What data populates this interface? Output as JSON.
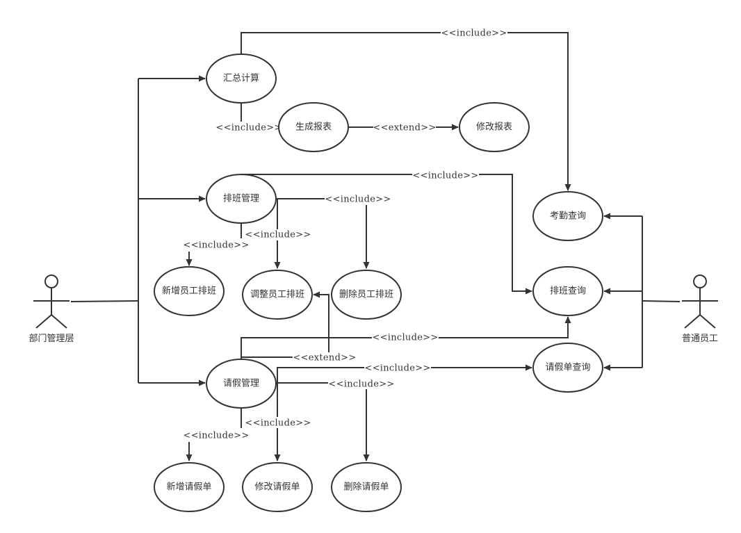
{
  "diagram": {
    "type": "use-case",
    "colors": {
      "stroke": "#333333",
      "background": "#ffffff",
      "text": "#333333"
    },
    "actors": [
      {
        "id": "manager",
        "name": "部门管理层"
      },
      {
        "id": "employee",
        "name": "普通员工"
      }
    ],
    "use_cases": {
      "summary_calc": "汇总计算",
      "gen_report": "生成报表",
      "edit_report": "修改报表",
      "schedule_mgmt": "排班管理",
      "add_schedule": "新增员工排班",
      "adjust_schedule": "调整员工排班",
      "delete_schedule": "删除员工排班",
      "attendance_query": "考勤查询",
      "schedule_query": "排班查询",
      "leave_query": "请假单查询",
      "leave_mgmt": "请假管理",
      "add_leave": "新增请假单",
      "edit_leave": "修改请假单",
      "delete_leave": "删除请假单"
    },
    "relations": {
      "include": "<<include>>",
      "extend": "<<extend>>"
    },
    "edge_labels": {
      "summary_to_attendance": "<<include>>",
      "summary_to_report": "<<include>>",
      "report_to_edit": "<<extend>>",
      "schedule_to_schedquery": "<<include>>",
      "schedule_to_delete": "<<include>>",
      "schedule_to_adjust": "<<include>>",
      "schedule_to_add": "<<include>>",
      "leave_to_schedquery": "<<include>>",
      "leave_to_adjust": "<<extend>>",
      "leave_to_leavequery": "<<include>>",
      "leave_to_delete": "<<include>>",
      "leave_to_edit": "<<include>>",
      "leave_to_add": "<<include>>"
    }
  }
}
